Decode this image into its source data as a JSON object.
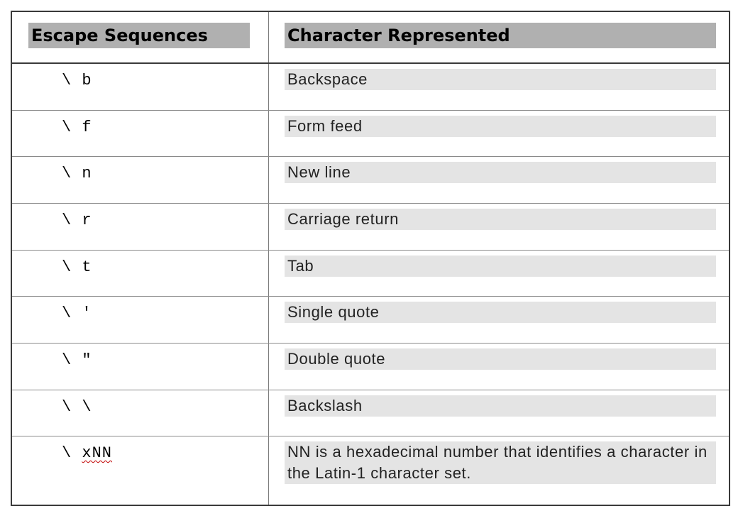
{
  "table": {
    "header": {
      "escape": "Escape Sequences",
      "character": "Character Represented"
    },
    "rows": [
      {
        "prefix": "\\",
        "code": "b",
        "description": "Backspace"
      },
      {
        "prefix": "\\",
        "code": "f",
        "description": "Form feed"
      },
      {
        "prefix": "\\",
        "code": "n",
        "description": "New line"
      },
      {
        "prefix": "\\",
        "code": "r",
        "description": "Carriage return"
      },
      {
        "prefix": "\\",
        "code": "t",
        "description": "Tab"
      },
      {
        "prefix": "\\",
        "code": "'",
        "description": "Single quote"
      },
      {
        "prefix": "\\",
        "code": "\"",
        "description": "Double quote"
      },
      {
        "prefix": "\\",
        "code": "\\",
        "description": "Backslash"
      },
      {
        "prefix": "\\",
        "code": "xNN",
        "description": "NN is a hexadecimal number that identifies a character in the Latin-1 character set."
      }
    ]
  }
}
